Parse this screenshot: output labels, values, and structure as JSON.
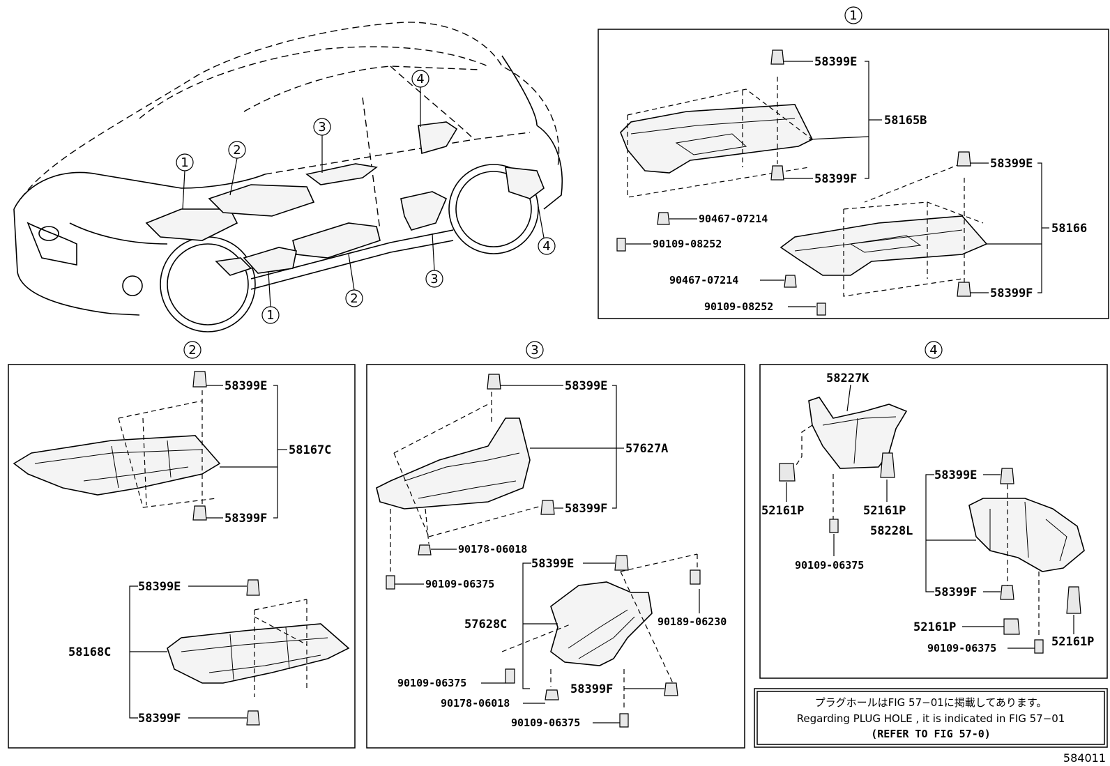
{
  "callouts": {
    "one": "1",
    "two": "2",
    "three": "3",
    "four": "4"
  },
  "panel1": {
    "p58399E_a": "58399E",
    "p58165B": "58165B",
    "p58399F_a": "58399F",
    "p58399E_b": "58399E",
    "p58166": "58166",
    "p90467_a": "90467-07214",
    "p90109_a": "90109-08252",
    "p90467_b": "90467-07214",
    "p58399F_b": "58399F",
    "p90109_b": "90109-08252"
  },
  "panel2": {
    "p58399E_a": "58399E",
    "p58167C": "58167C",
    "p58399F_a": "58399F",
    "p58399E_b": "58399E",
    "p58168C": "58168C",
    "p58399F_b": "58399F"
  },
  "panel3": {
    "p58399E_a": "58399E",
    "p57627A": "57627A",
    "p58399F_a": "58399F",
    "p90178_a": "90178-06018",
    "p90109_a": "90109-06375",
    "p58399E_b": "58399E",
    "p90189": "90189-06230",
    "p57628C": "57628C",
    "p90109_b": "90109-06375",
    "p58399F_b": "58399F",
    "p90178_b": "90178-06018",
    "p90109_c": "90109-06375"
  },
  "panel4": {
    "p58227K": "58227K",
    "p52161P_a": "52161P",
    "p52161P_b": "52161P",
    "p58228L": "58228L",
    "p90109_a": "90109-06375",
    "p58399E": "58399E",
    "p58399F": "58399F",
    "p52161P_c": "52161P",
    "p52161P_d": "52161P",
    "p90109_b": "90109-06375"
  },
  "note": {
    "line_jp": "プラグホールはFIG 57−01に掲載してあります。",
    "line_en": "Regarding  PLUG  HOLE , it is indicated in FIG  57−01",
    "line_ref": "(REFER TO FIG 57-0)"
  },
  "figure_number": "584011"
}
